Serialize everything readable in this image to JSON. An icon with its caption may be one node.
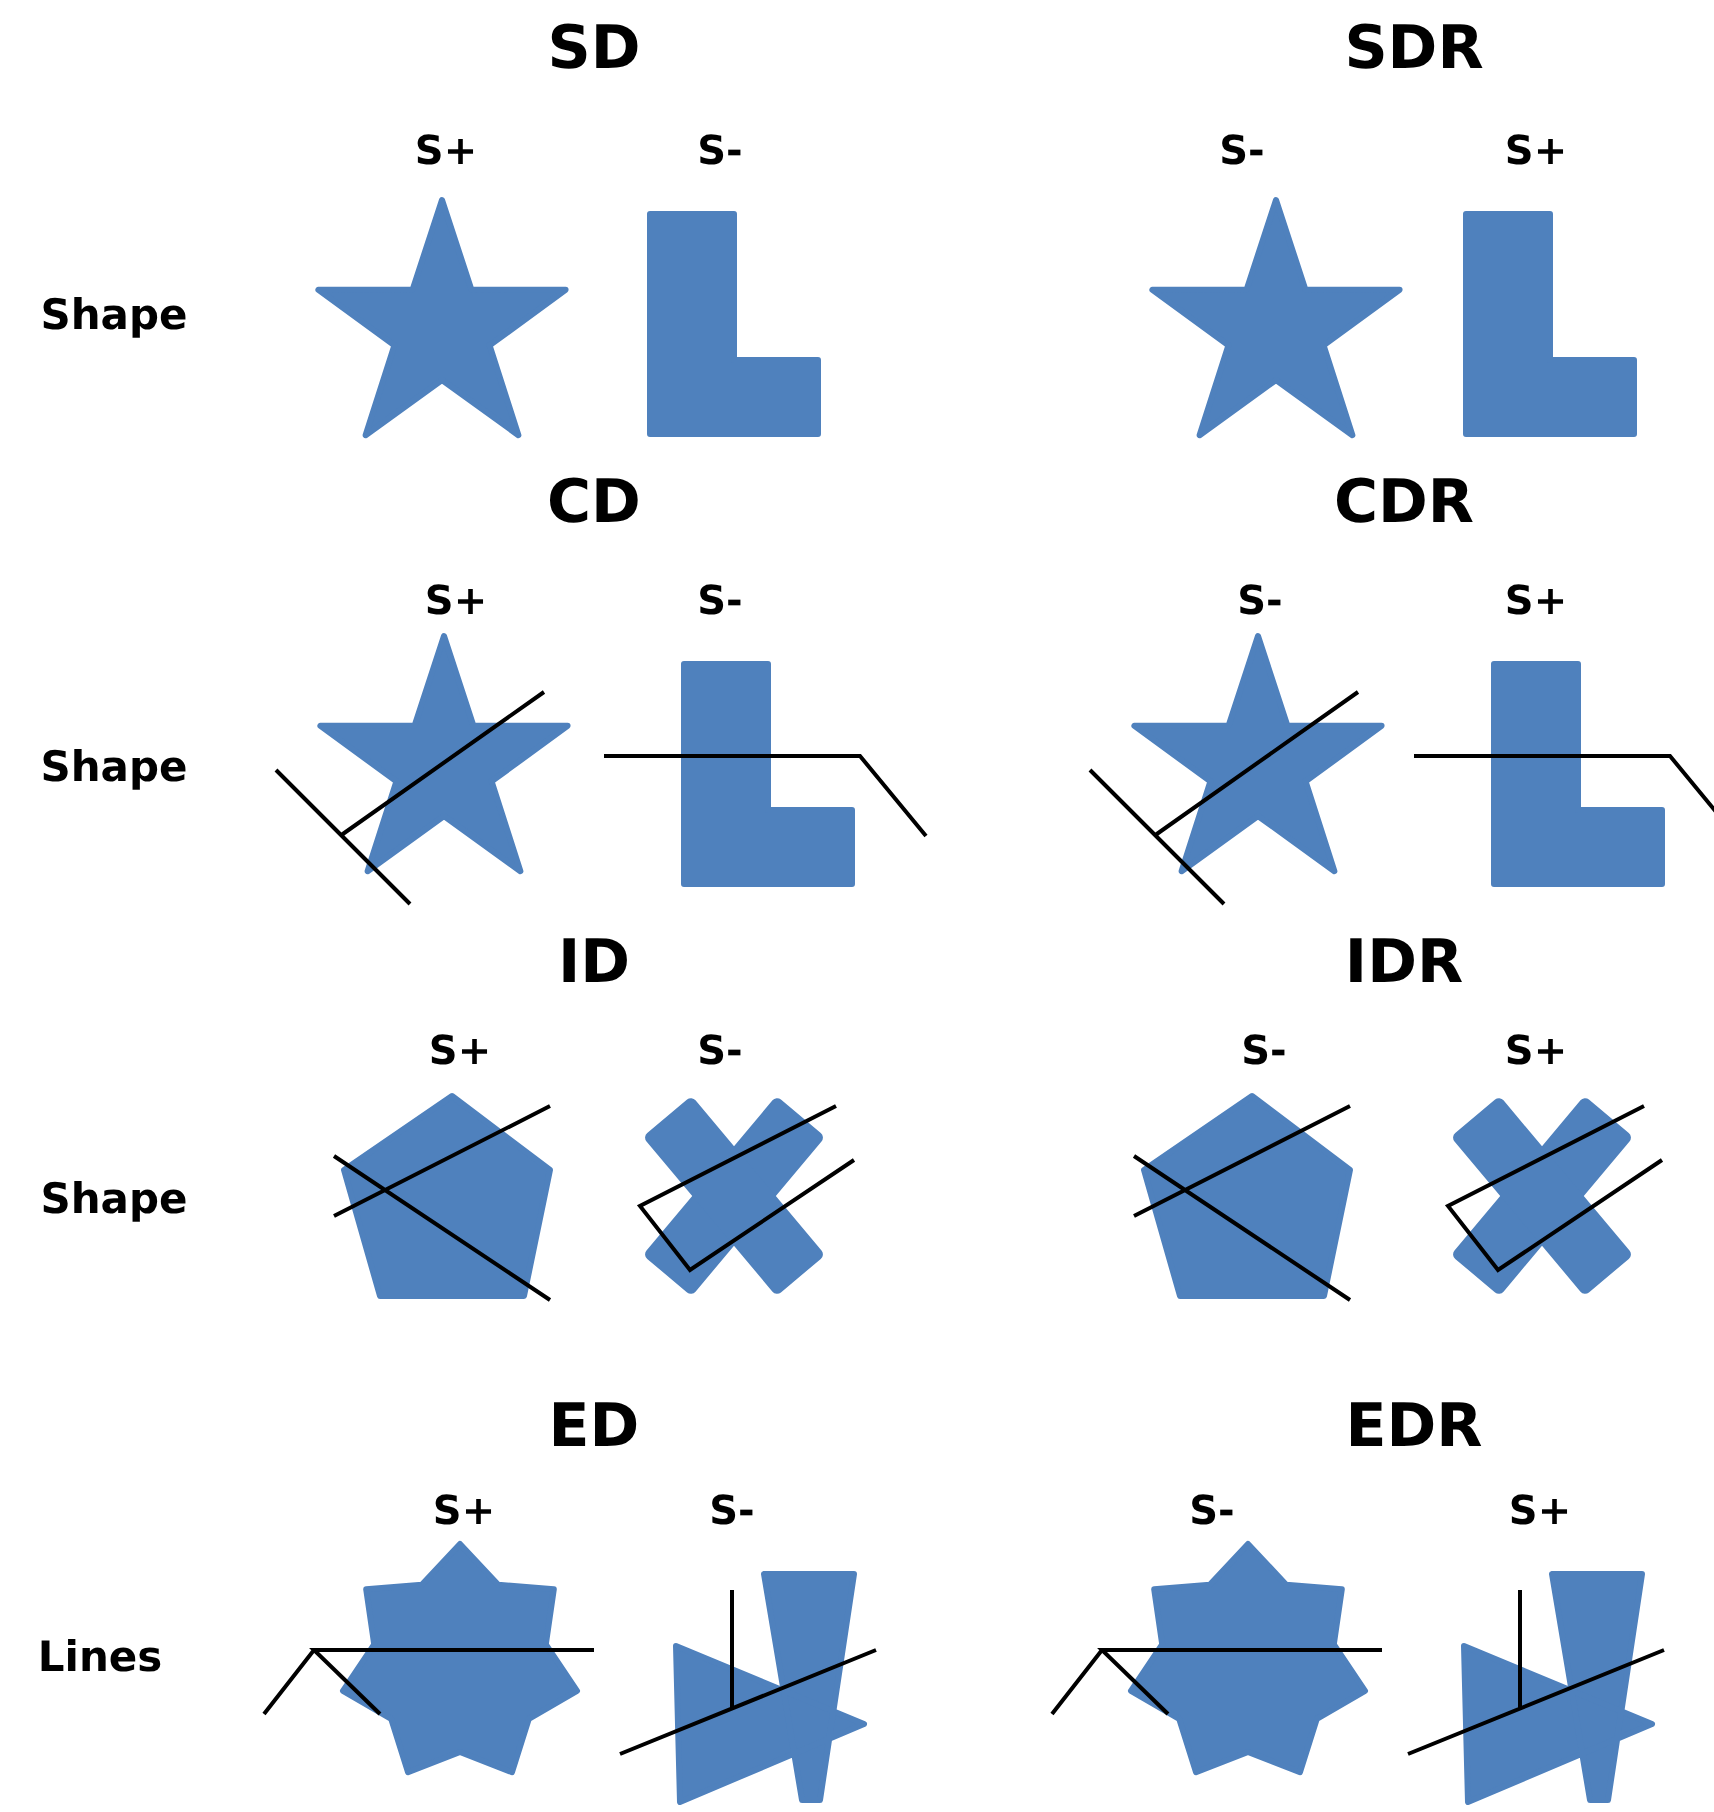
{
  "diagram": {
    "labels": [
      "SD",
      "SDR",
      "S+",
      "S-",
      "S-",
      "S+",
      "Shape",
      "CD",
      "CDR",
      "S+",
      "S-",
      "S-",
      "S+",
      "Shape",
      "ID",
      "IDR",
      "S+",
      "S-",
      "S-",
      "S+",
      "Shape",
      "ED",
      "EDR",
      "S+",
      "S-",
      "S-",
      "S+",
      "Lines"
    ]
  }
}
